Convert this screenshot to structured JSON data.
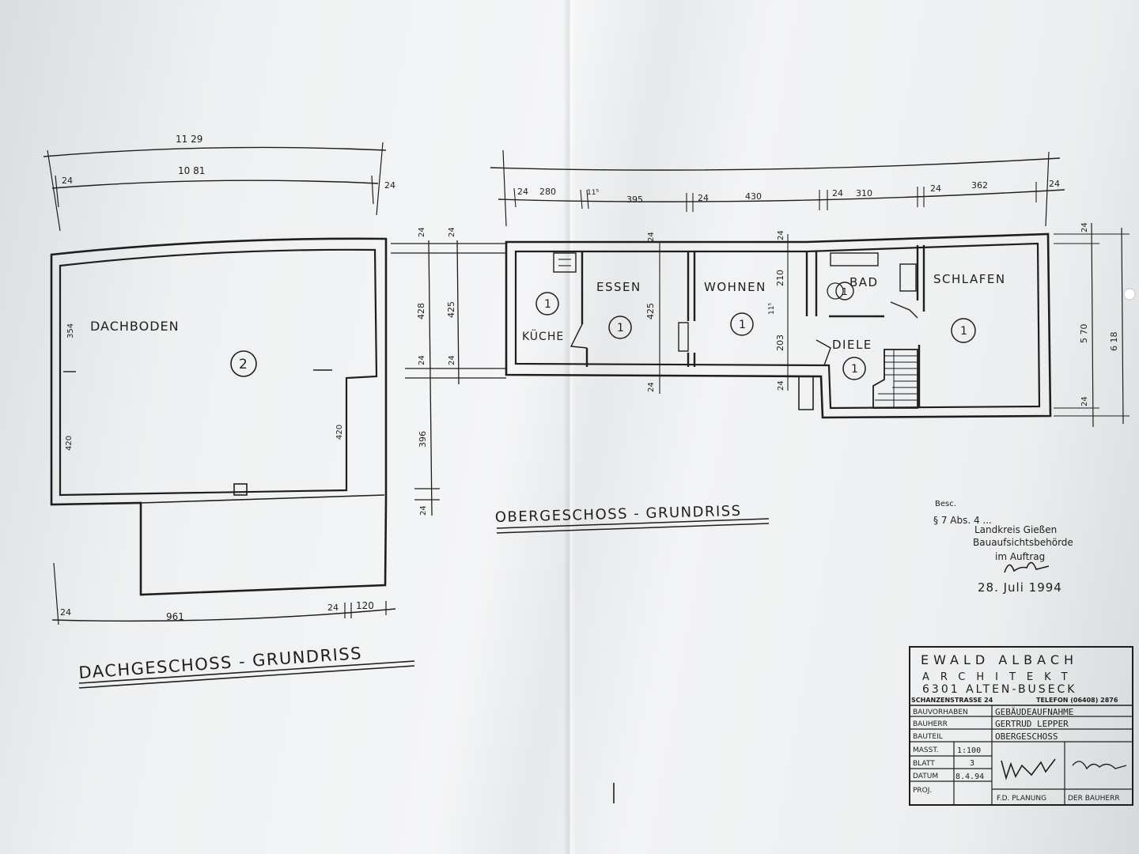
{
  "left_plan": {
    "title": "DACHGESCHOSS - GRUNDRISS",
    "room_name": "DACHBODEN",
    "room_no": "2",
    "dims": {
      "total_outer": "11 29",
      "total_inner": "10 81",
      "wall_l": "24",
      "wall_r": "24",
      "left_side": "354",
      "left_lower": "420",
      "right_lower": "420",
      "bottom": "961",
      "bottom_wall_l": "24",
      "bottom_wall_m": "24",
      "bottom_right": "120",
      "col_428": "428",
      "col_425": "425",
      "col_396": "396",
      "w1": "24",
      "w2": "24",
      "w3": "24",
      "w4": "24",
      "w5": "24"
    }
  },
  "right_plan": {
    "title": "OBERGESCHOSS - GRUNDRISS",
    "rooms": [
      {
        "name": "KÜCHE",
        "no": "1"
      },
      {
        "name": "ESSEN",
        "no": "1"
      },
      {
        "name": "WOHNEN",
        "no": "1"
      },
      {
        "name": "BAD",
        "no": "1"
      },
      {
        "name": "DIELE",
        "no": "1"
      },
      {
        "name": "SCHLAFEN",
        "no": "1"
      }
    ],
    "top_dims": [
      "24",
      "280",
      "11⁵",
      "395",
      "24",
      "430",
      "24",
      "310",
      "24",
      "362",
      "24"
    ],
    "inner_dims": {
      "essen_depth": "425",
      "wohnen_upper": "210",
      "wohnen_lower": "203",
      "gap": "11⁵",
      "w_top_a": "24",
      "w_top_b": "24",
      "w_bot_a": "24",
      "w_bot_b": "24"
    },
    "right_dims": {
      "wall_top": "24",
      "inner": "5 70",
      "outer": "6 18",
      "wall_bot": "24"
    }
  },
  "stamp": {
    "line1": "Besc.",
    "line2": "§ 7 Abs. 4 ...",
    "authority": "Landkreis Gießen",
    "office": "Bauaufsichtsbehörde",
    "order": "im Auftrag",
    "date": "28. Juli 1994"
  },
  "title_block": {
    "architect": "EWALD ALBACH",
    "role": "ARCHITEKT",
    "city": "6301 ALTEN-BUSECK",
    "street": "SCHANZENSTRASSE 24",
    "phone": "TELEFON (06408) 2876",
    "rows": [
      {
        "label": "BAUVORHABEN",
        "value": "GEBÄUDEAUFNAHME"
      },
      {
        "label": "BAUHERR",
        "value": "GERTRUD LEPPER"
      },
      {
        "label": "BAUTEIL",
        "value": "OBERGESCHOSS"
      }
    ],
    "meta": [
      {
        "label": "MASST.",
        "value": "1:100"
      },
      {
        "label": "BLATT",
        "value": "3"
      },
      {
        "label": "DATUM",
        "value": "8.4.94"
      },
      {
        "label": "PROJ.",
        "value": ""
      }
    ],
    "sign_planning": "F.D. PLANUNG",
    "sign_owner": "DER BAUHERR"
  }
}
